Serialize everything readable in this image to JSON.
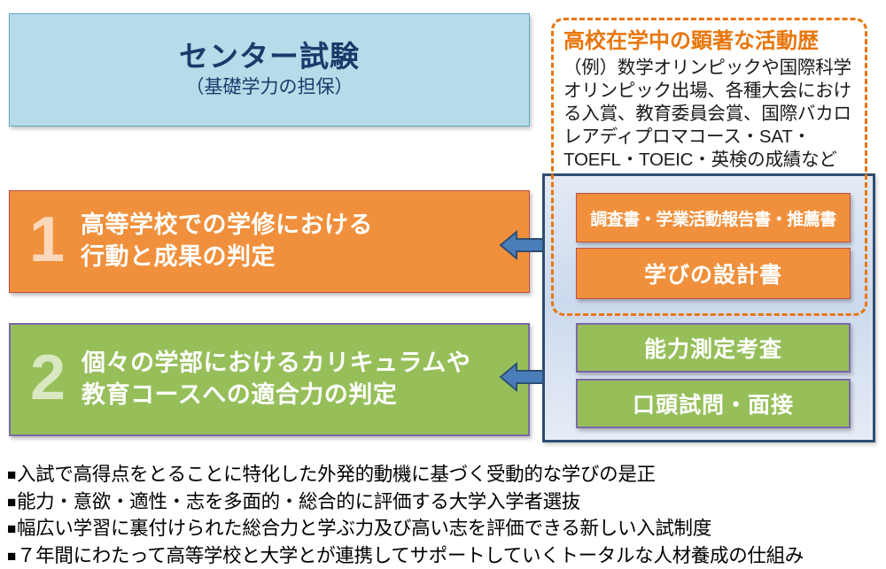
{
  "center_exam": {
    "title": "センター試験",
    "subtitle": "（基礎学力の担保）",
    "bg_color": "#b5dce8",
    "text_color": "#1b3a6b"
  },
  "activity_history": {
    "heading": "高校在学中の顕著な活動歴",
    "body": "（例）数学オリンピックや国際科学オリンピック出場、各種大会における入賞、教育委員会賞、国際バカロレアディプロマコース・SAT・TOEFL・TOEIC・英検の成績など",
    "heading_color": "#e8760c",
    "border_color": "#e8760c"
  },
  "criteria": [
    {
      "number": "1",
      "line1": "高等学校での学修における",
      "line2": "行動と成果の判定",
      "bg_color": "#f0903c",
      "number_color": "#fbd8bb"
    },
    {
      "number": "2",
      "line1": "個々の学部におけるカリキュラムや",
      "line2": "教育コースへの適合力の判定",
      "bg_color": "#96bf5a",
      "number_color": "#d9e8c1"
    }
  ],
  "materials": [
    {
      "label": "調査書・学業活動報告書・推薦書",
      "color": "#f0903c",
      "group": "orange"
    },
    {
      "label": "学びの設計書",
      "color": "#f0903c",
      "group": "orange"
    },
    {
      "label": "能力測定考査",
      "color": "#96bf5a",
      "group": "green"
    },
    {
      "label": "口頭試問・面接",
      "color": "#96bf5a",
      "group": "green"
    }
  ],
  "panel": {
    "border_color": "#2e4e72",
    "bg_color": "#dde5f0"
  },
  "arrows": {
    "color": "#4a7ebb",
    "direction": "left"
  },
  "notes": {
    "marker": "■",
    "items": [
      "入試で高得点をとることに特化した外発的動機に基づく受動的な学びの是正",
      "能力・意欲・適性・志を多面的・総合的に評価する大学入学者選抜",
      "幅広い学習に裏付けられた総合力と学ぶ力及び高い志を評価できる新しい入試制度",
      "７年間にわたって高等学校と大学とが連携してサポートしていくトータルな人材養成の仕組み"
    ]
  }
}
